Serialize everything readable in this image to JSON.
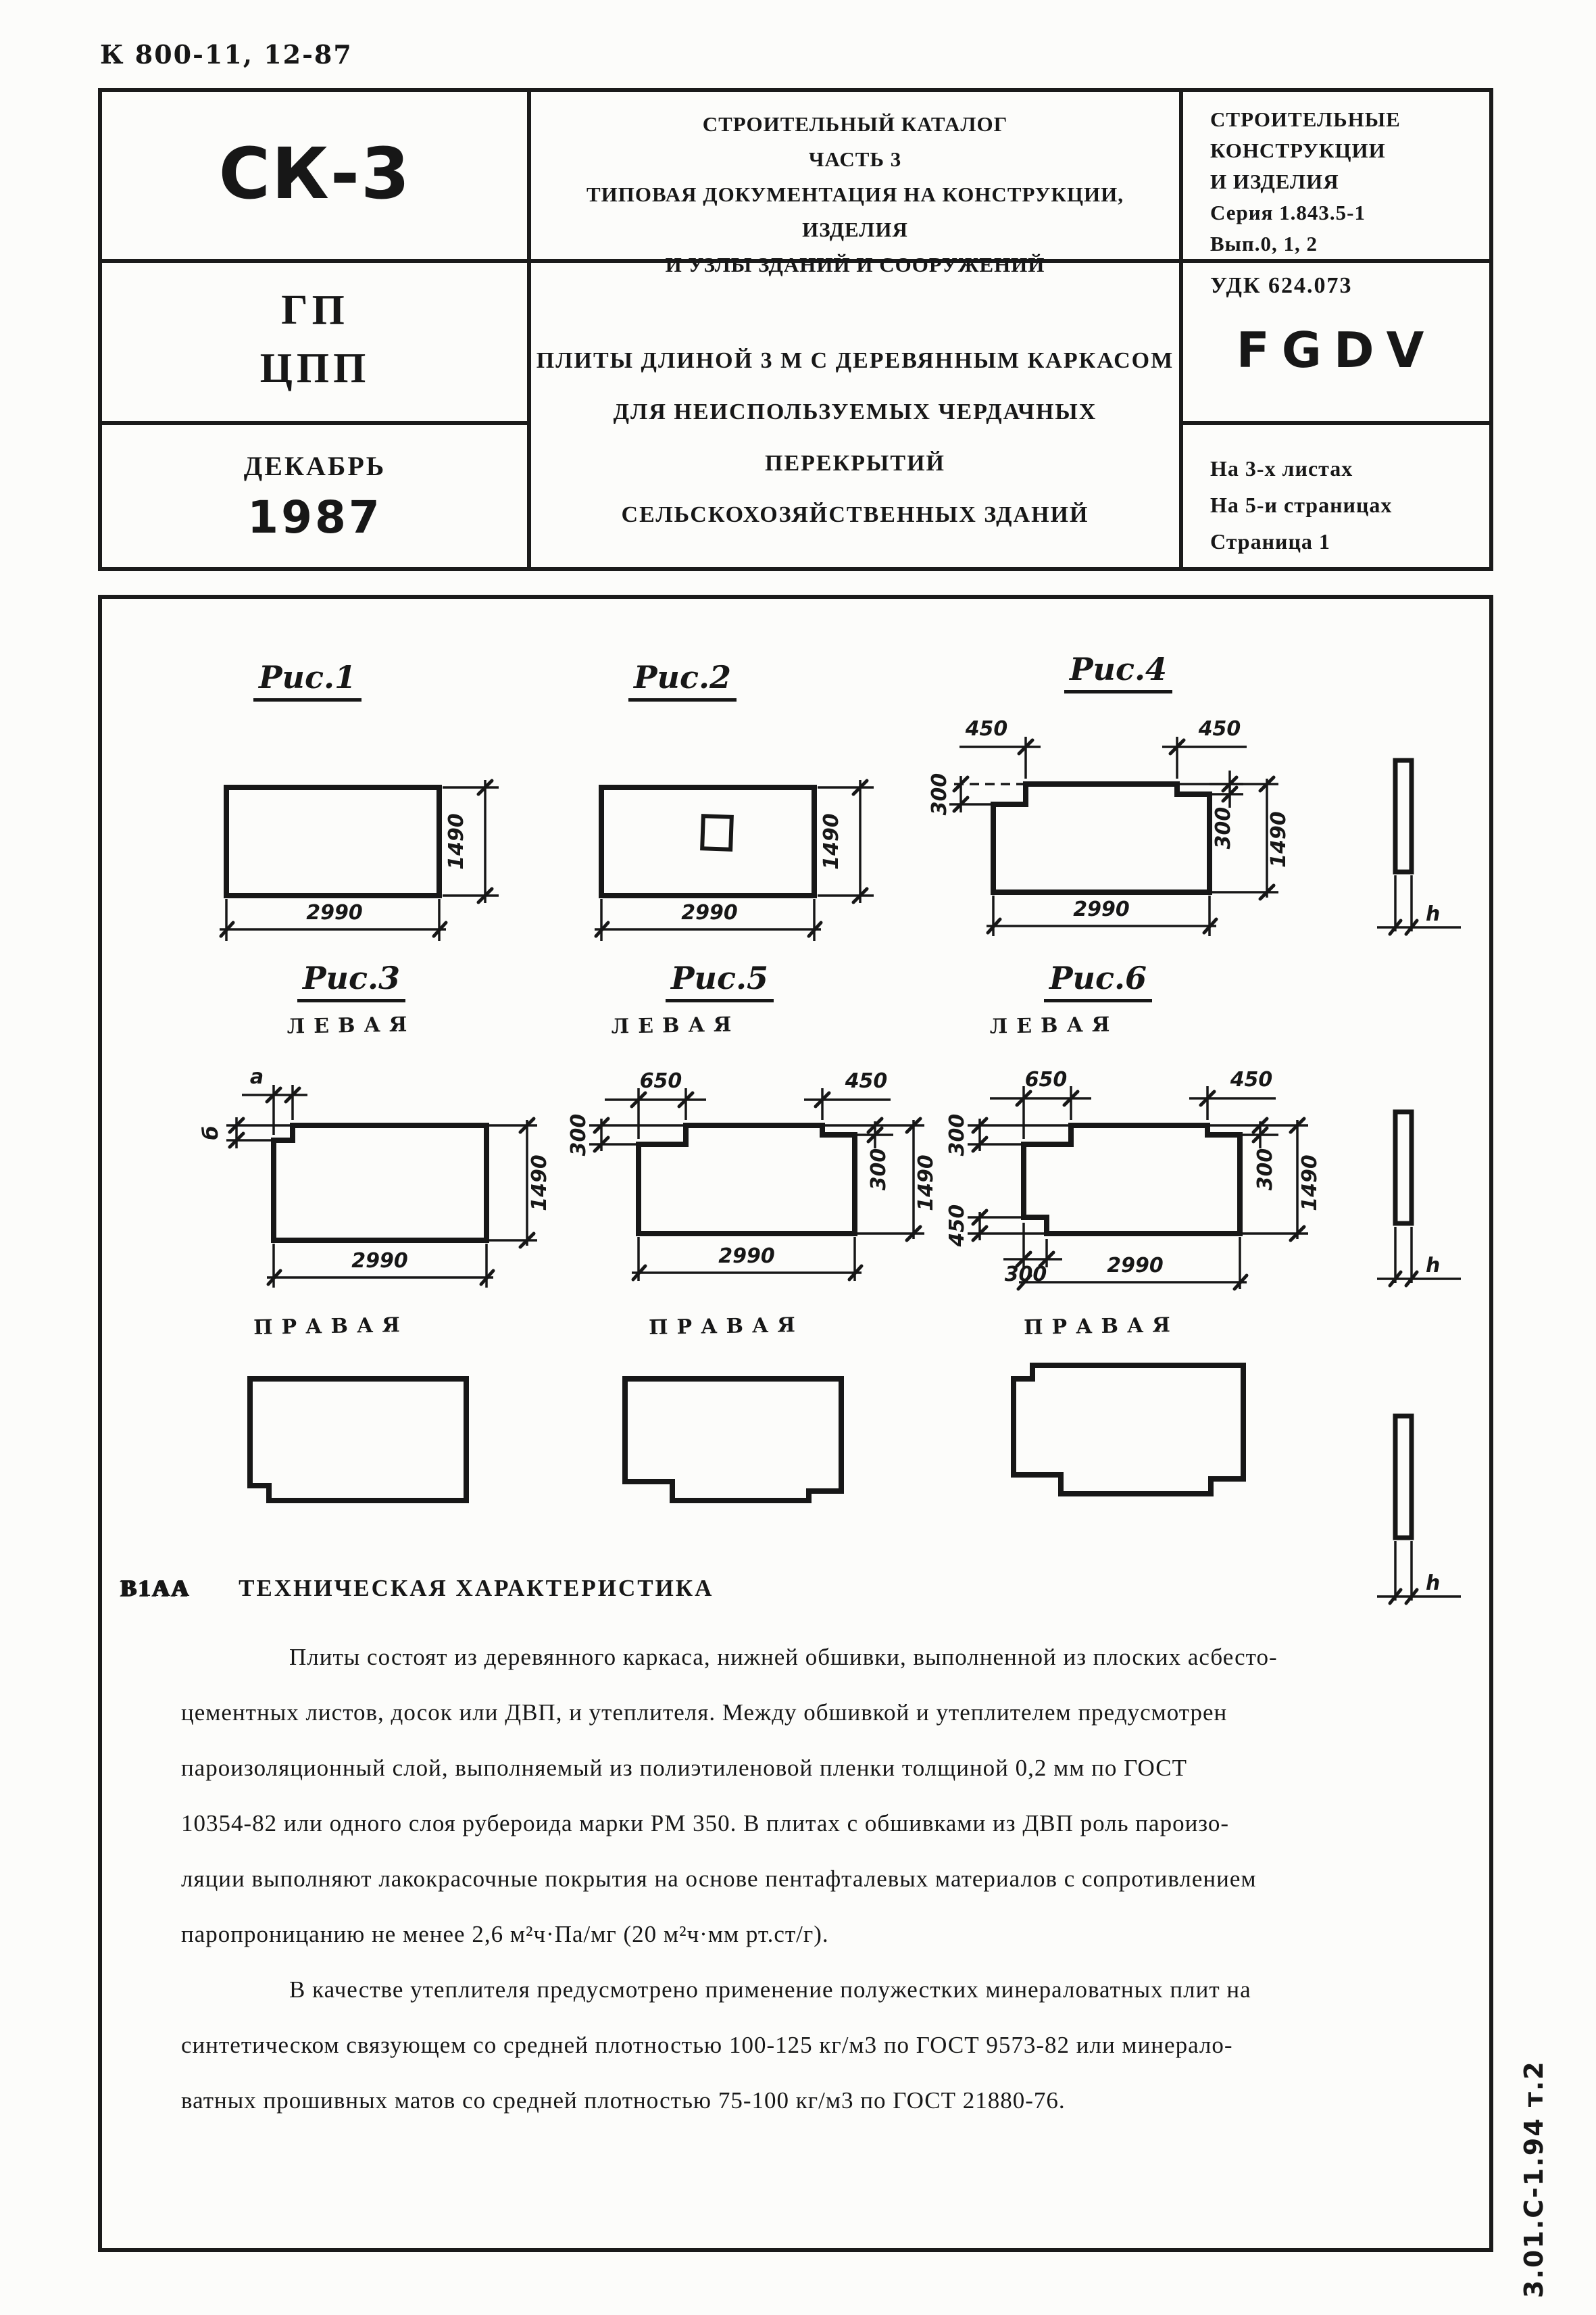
{
  "page": {
    "top_code": "К 800-11, 12-87",
    "side_code": "3.01.С-1.94 т.2"
  },
  "header": {
    "sk": "СК-3",
    "org_line1": "ГП",
    "org_line2": "ЦПП",
    "month": "ДЕКАБРЬ",
    "year": "1987",
    "catalog_line1": "СТРОИТЕЛЬНЫЙ КАТАЛОГ",
    "catalog_line2": "ЧАСТЬ 3",
    "catalog_line3": "ТИПОВАЯ ДОКУМЕНТАЦИЯ НА КОНСТРУКЦИИ, ИЗДЕЛИЯ",
    "catalog_line4": "И УЗЛЫ ЗДАНИЙ И СООРУЖЕНИЙ",
    "title_line1": "ПЛИТЫ ДЛИНОЙ 3 М С ДЕРЕВЯННЫМ КАРКАСОМ",
    "title_line2": "ДЛЯ НЕИСПОЛЬЗУЕМЫХ ЧЕРДАЧНЫХ ПЕРЕКРЫТИЙ",
    "title_line3": "СЕЛЬСКОХОЗЯЙСТВЕННЫХ ЗДАНИЙ",
    "series_line1": "СТРОИТЕЛЬНЫЕ",
    "series_line2": "КОНСТРУКЦИИ",
    "series_line3": "И ИЗДЕЛИЯ",
    "series_line4": "Серия 1.843.5-1",
    "series_line5": "Вып.0, 1, 2",
    "udk": "УДК 624.073",
    "stamp_code": "FGDV",
    "sheets_line1": "На 3-х листах",
    "sheets_line2": "На 5-и страницах",
    "sheets_line3": "Страница 1"
  },
  "figures": {
    "variant_left": "ЛЕВАЯ",
    "variant_right": "ПРАВАЯ",
    "profile_dim": "h",
    "fig1": {
      "label": "Рис.1",
      "width": "2990",
      "height": "1490"
    },
    "fig2": {
      "label": "Рис.2",
      "width": "2990",
      "height": "1490"
    },
    "fig3": {
      "label": "Рис.3",
      "width": "2990",
      "height": "1490",
      "notch_w": "а",
      "notch_h": "б"
    },
    "fig4": {
      "label": "Рис.4",
      "width": "2990",
      "height": "1490",
      "top_left": "450",
      "top_right": "450",
      "left_depth": "300",
      "right_depth": "300"
    },
    "fig5": {
      "label": "Рис.5",
      "width": "2990",
      "height": "1490",
      "top_left": "650",
      "top_right": "450",
      "left_depth": "300",
      "right_depth": "300"
    },
    "fig6": {
      "label": "Рис.6",
      "width": "2990",
      "height": "1490",
      "top_left": "650",
      "top_right": "450",
      "left_depth": "300",
      "right_depth": "300",
      "bottom_left_h": "450",
      "bottom_left_w": "300"
    }
  },
  "tech": {
    "stamp": "В1АА",
    "heading": "ТЕХНИЧЕСКАЯ ХАРАКТЕРИСТИКА",
    "lines": [
      {
        "text": "Плиты состоят из деревянного каркаса, нижней обшивки, выполненной из плоских асбесто-",
        "indent": true
      },
      {
        "text": "цементных листов, досок или ДВП, и утеплителя. Между обшивкой и утеплителем предусмотрен"
      },
      {
        "text": "пароизоляционный слой, выполняемый из полиэтиленовой пленки толщиной 0,2 мм по ГОСТ"
      },
      {
        "text": "10354-82 или одного слоя рубероида марки РМ 350. В плитах с обшивками из ДВП роль пароизо-"
      },
      {
        "text": "ляции выполняют лакокрасочные покрытия на основе пентафталевых материалов с сопротивлением"
      },
      {
        "text": "паропроницанию не менее 2,6 м²ч·Па/мг (20 м²ч·мм рт.ст/г)."
      },
      {
        "text": "В качестве утеплителя предусмотрено применение полужестких минераловатных плит на",
        "indent": true
      },
      {
        "text": "синтетическом связующем со средней плотностью 100-125 кг/м3 по ГОСТ 9573-82 или минерало-"
      },
      {
        "text": "ватных прошивных матов со средней плотностью 75-100 кг/м3 по ГОСТ 21880-76."
      }
    ]
  }
}
